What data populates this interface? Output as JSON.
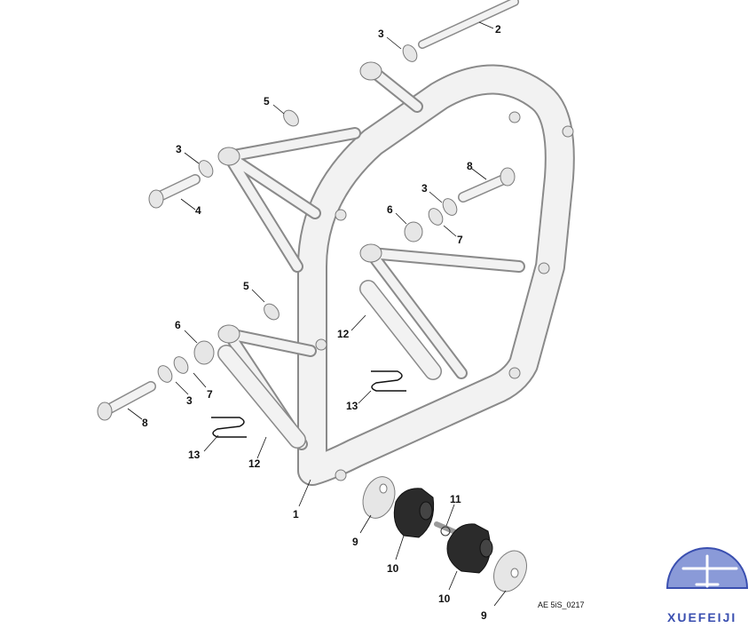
{
  "diagram": {
    "reference_code": "AE 5iS_0217",
    "watermark_text": "XUEFEIJI",
    "callouts": [
      {
        "id": "c1",
        "label": "1"
      },
      {
        "id": "c2",
        "label": "2"
      },
      {
        "id": "c3a",
        "label": "3"
      },
      {
        "id": "c3b",
        "label": "3"
      },
      {
        "id": "c3c",
        "label": "3"
      },
      {
        "id": "c3d",
        "label": "3"
      },
      {
        "id": "c4",
        "label": "4"
      },
      {
        "id": "c5a",
        "label": "5"
      },
      {
        "id": "c5b",
        "label": "5"
      },
      {
        "id": "c6a",
        "label": "6"
      },
      {
        "id": "c6b",
        "label": "6"
      },
      {
        "id": "c7a",
        "label": "7"
      },
      {
        "id": "c7b",
        "label": "7"
      },
      {
        "id": "c8a",
        "label": "8"
      },
      {
        "id": "c8b",
        "label": "8"
      },
      {
        "id": "c9a",
        "label": "9"
      },
      {
        "id": "c9b",
        "label": "9"
      },
      {
        "id": "c10a",
        "label": "10"
      },
      {
        "id": "c10b",
        "label": "10"
      },
      {
        "id": "c11",
        "label": "11"
      },
      {
        "id": "c12a",
        "label": "12"
      },
      {
        "id": "c12b",
        "label": "12"
      },
      {
        "id": "c13a",
        "label": "13"
      },
      {
        "id": "c13b",
        "label": "13"
      }
    ]
  },
  "colors": {
    "frame_outline": "#8a8a8a",
    "frame_fill": "#f2f2f2",
    "rubber": "#2b2b2b",
    "watermark_blue": "#3a4fb0"
  }
}
